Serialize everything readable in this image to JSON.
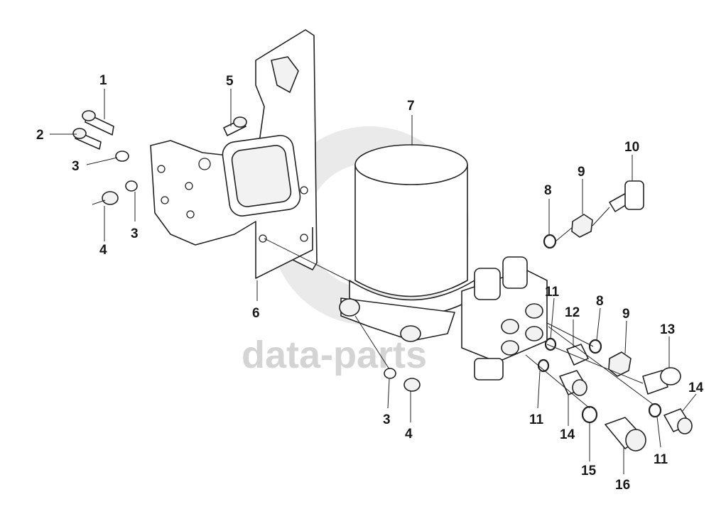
{
  "watermark": {
    "text": "data-parts",
    "color": "#d4d4d4"
  },
  "callouts": [
    {
      "id": "c1a",
      "text": "1"
    },
    {
      "id": "c2a",
      "text": "2"
    },
    {
      "id": "c3a",
      "text": "3"
    },
    {
      "id": "c3b",
      "text": "3"
    },
    {
      "id": "c4a",
      "text": "4"
    },
    {
      "id": "c5a",
      "text": "5"
    },
    {
      "id": "c6a",
      "text": "6"
    },
    {
      "id": "c7a",
      "text": "7"
    },
    {
      "id": "c8a",
      "text": "8"
    },
    {
      "id": "c9a",
      "text": "9"
    },
    {
      "id": "c10a",
      "text": "10"
    },
    {
      "id": "c11a",
      "text": "11"
    },
    {
      "id": "c12a",
      "text": "12"
    },
    {
      "id": "c8b",
      "text": "8"
    },
    {
      "id": "c9b",
      "text": "9"
    },
    {
      "id": "c13a",
      "text": "13"
    },
    {
      "id": "c14a",
      "text": "14"
    },
    {
      "id": "c11b",
      "text": "11"
    },
    {
      "id": "c14b",
      "text": "14"
    },
    {
      "id": "c11c",
      "text": "11"
    },
    {
      "id": "c15a",
      "text": "15"
    },
    {
      "id": "c16a",
      "text": "16"
    },
    {
      "id": "c3c",
      "text": "3"
    },
    {
      "id": "c4b",
      "text": "4"
    }
  ]
}
